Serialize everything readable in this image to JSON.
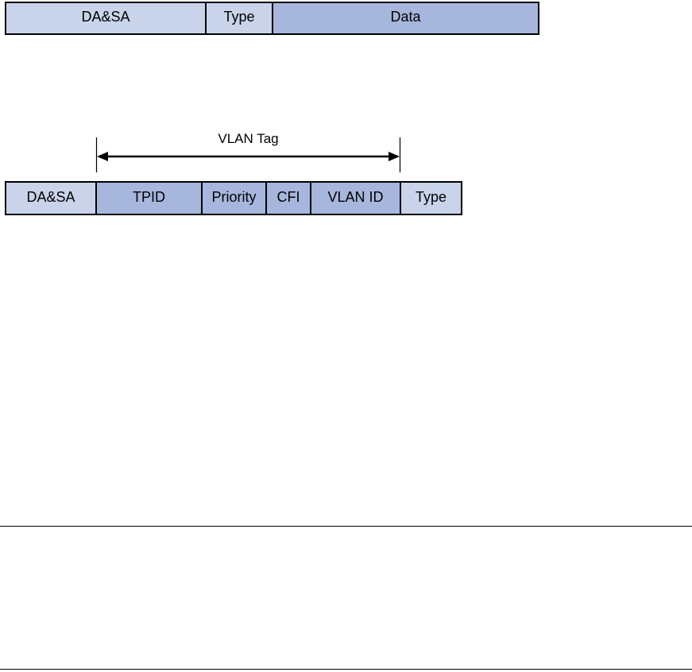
{
  "ethernet_frame": {
    "fields": {
      "dasa": "DA&SA",
      "type": "Type",
      "data": "Data"
    }
  },
  "vlan_frame": {
    "tag_label": "VLAN Tag",
    "fields": {
      "dasa": "DA&SA",
      "tpid": "TPID",
      "priority": "Priority",
      "cfi": "CFI",
      "vlan_id": "VLAN ID",
      "type": "Type"
    }
  },
  "colors": {
    "light_field": "#c9d3ea",
    "dark_field": "#a7b6dc",
    "border": "#000000"
  }
}
